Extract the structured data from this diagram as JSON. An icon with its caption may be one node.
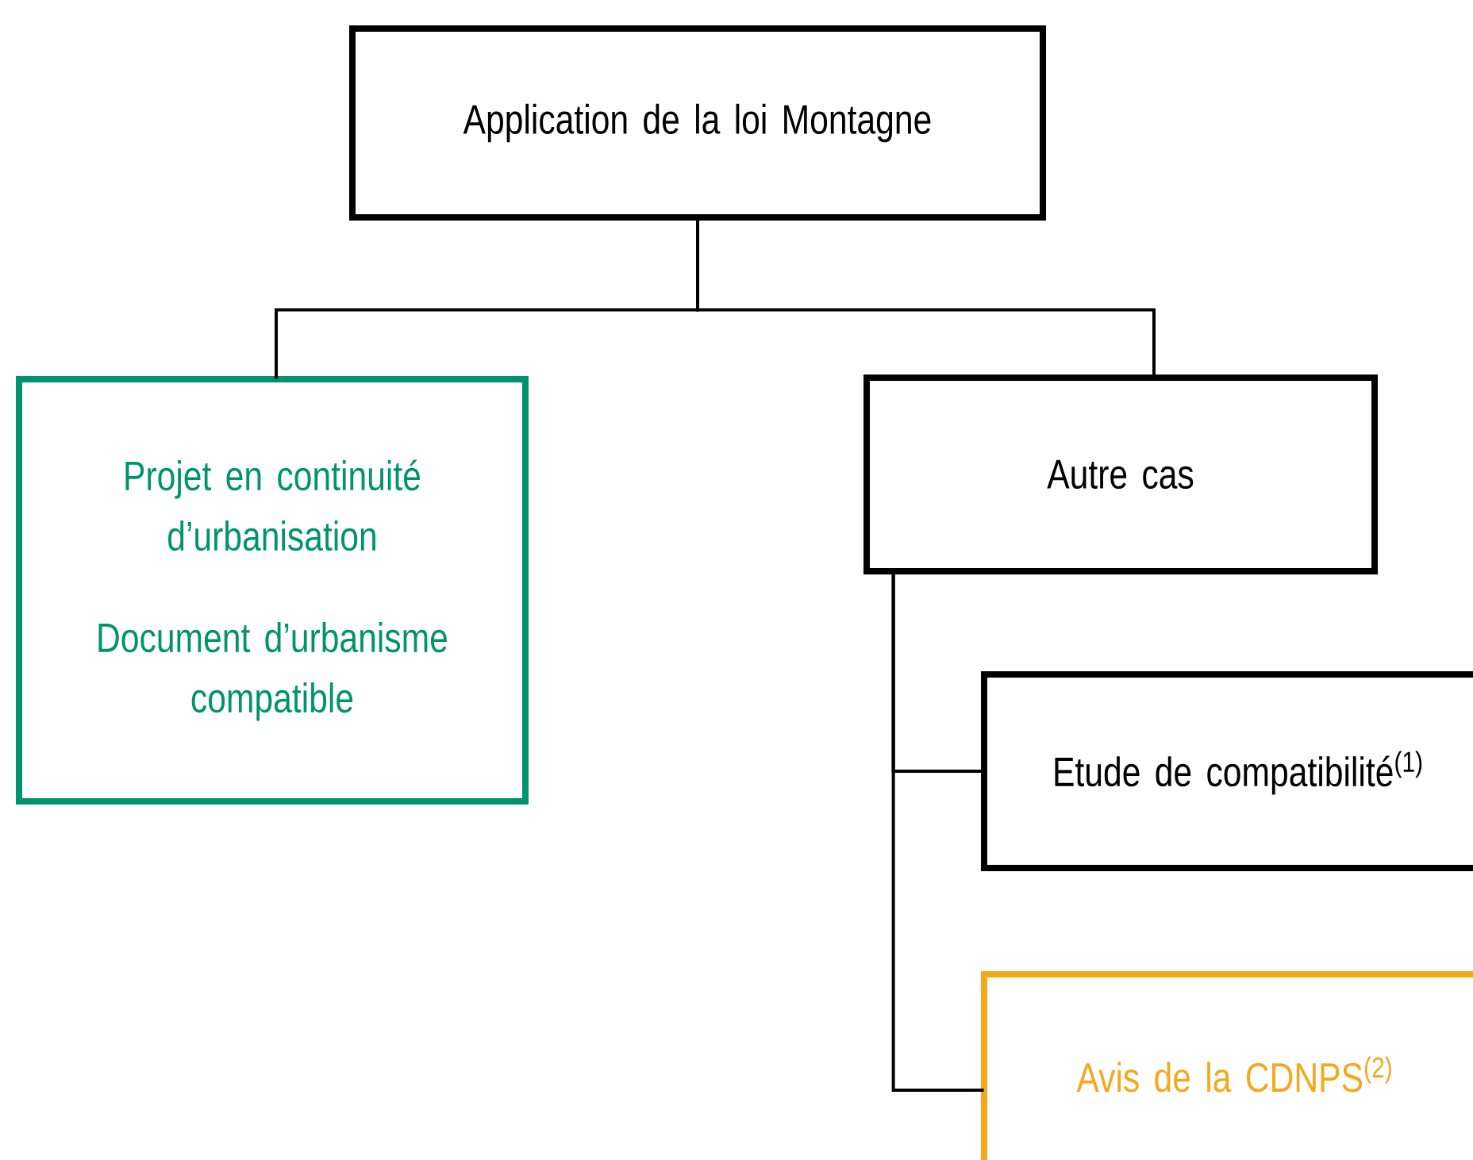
{
  "diagram": {
    "nodes": [
      {
        "text": [
          "Application de la loi Montagne"
        ]
      },
      {
        "text": [
          "Projet en continuité d’urbanisation",
          "Document d’urbanisme compatible"
        ]
      },
      {
        "text": [
          "Autre cas"
        ]
      },
      {
        "text": [
          "Etude de compatibilité$^{(1)}$"
        ]
      },
      {
        "text": [
          "Avis de la CDNPS$^{(2)}$"
        ]
      }
    ],
    "edges": [
      {
        "from": 0,
        "to": 1,
        "arrow": "none"
      },
      {
        "from": 0,
        "to": 2,
        "arrow": "none"
      },
      {
        "from": 2,
        "to": 3,
        "arrow": "none"
      },
      {
        "from": 2,
        "to": 4,
        "arrow": "none"
      }
    ]
  }
}
